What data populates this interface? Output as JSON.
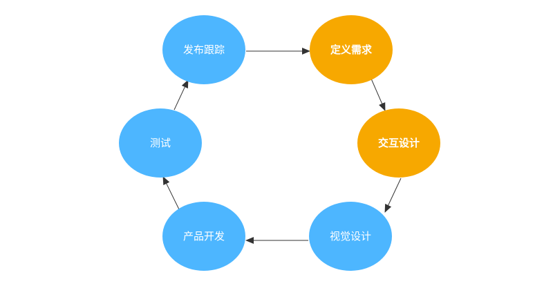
{
  "colors": {
    "blue_node": "#4DB6FF",
    "orange_node": "#F7A800",
    "edge": "#333333",
    "text": "#ffffff"
  },
  "nodes": [
    {
      "id": "release",
      "label": "发布跟踪",
      "color": "blue",
      "bold": false
    },
    {
      "id": "define",
      "label": "定义需求",
      "color": "orange",
      "bold": true
    },
    {
      "id": "interaction",
      "label": "交互设计",
      "color": "orange",
      "bold": true
    },
    {
      "id": "visual",
      "label": "视觉设计",
      "color": "blue",
      "bold": false
    },
    {
      "id": "develop",
      "label": "产品开发",
      "color": "blue",
      "bold": false
    },
    {
      "id": "test",
      "label": "测试",
      "color": "blue",
      "bold": false
    }
  ],
  "edges": [
    {
      "from": "release",
      "to": "define"
    },
    {
      "from": "define",
      "to": "interaction"
    },
    {
      "from": "interaction",
      "to": "visual"
    },
    {
      "from": "visual",
      "to": "develop"
    },
    {
      "from": "develop",
      "to": "test"
    },
    {
      "from": "test",
      "to": "release"
    }
  ]
}
